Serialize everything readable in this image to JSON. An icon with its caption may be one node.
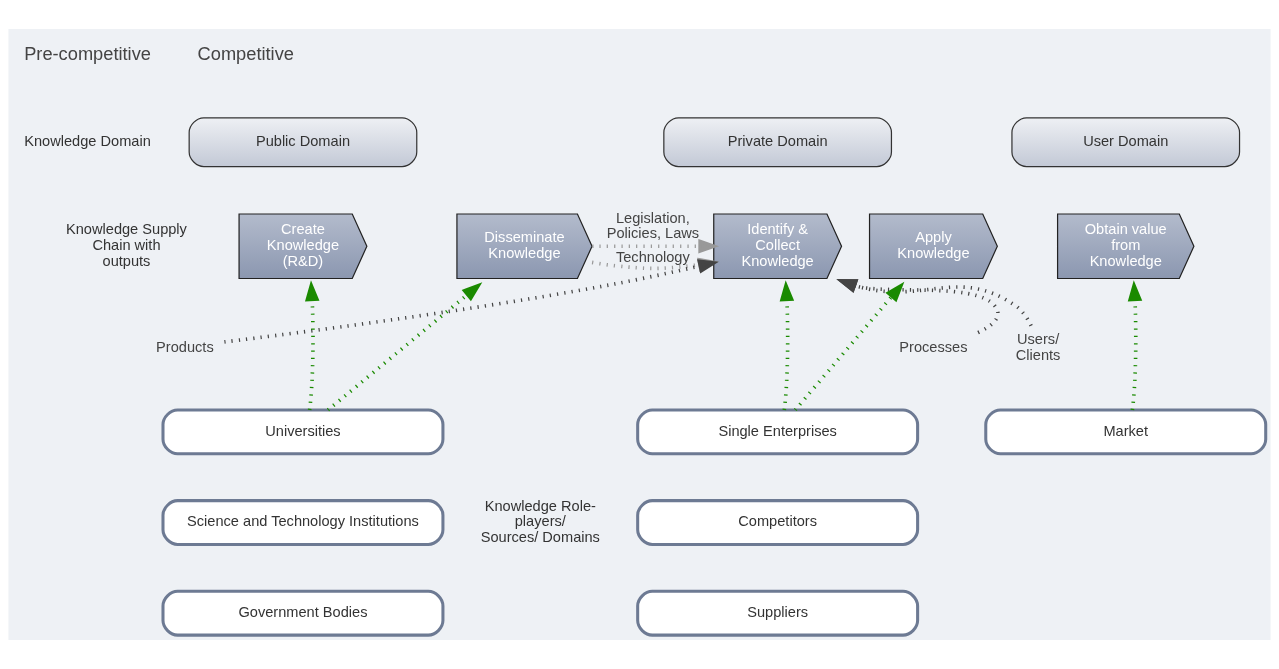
{
  "diagram": {
    "nodes": [
      {
        "text": [
          "Public Domain"
        ]
      },
      {
        "text": [
          "Private Domain"
        ]
      },
      {
        "text": [
          "User Domain"
        ]
      },
      {
        "text": [
          "Create Knowledge (R&D)"
        ]
      },
      {
        "text": [
          "Disseminate Knowledge"
        ]
      },
      {
        "text": [
          "Identify & Collect Knowledge"
        ]
      },
      {
        "text": [
          "Apply Knowledge"
        ]
      },
      {
        "text": [
          "Obtain value from Knowledge"
        ]
      },
      {
        "text": [
          "Products"
        ]
      },
      {
        "text": [
          "Processes"
        ]
      },
      {
        "text": [
          "Users/ Clients"
        ]
      },
      {
        "text": [
          "Universities"
        ]
      },
      {
        "text": [
          "Science and Technology Institutions"
        ]
      },
      {
        "text": [
          "Government Bodies"
        ]
      },
      {
        "text": [
          "Single Enterprises"
        ]
      },
      {
        "text": [
          "Competitors"
        ]
      },
      {
        "text": [
          "Suppliers"
        ]
      },
      {
        "text": [
          "Market"
        ]
      }
    ],
    "edges": [
      {
        "from": 4,
        "to": 5,
        "arrow": "to",
        "label": "Technology",
        "style": "dashed",
        "color": "#999999"
      },
      {
        "from": 4,
        "to": 5,
        "arrow": "to",
        "label": "Legislation, Policies, Laws",
        "style": "dashed",
        "color": "#999999"
      },
      {
        "from": 8,
        "to": 5,
        "arrow": "to",
        "style": "dashed"
      },
      {
        "from": 9,
        "to": 5,
        "arrow": "to",
        "style": "dashed"
      },
      {
        "from": 10,
        "to": 5,
        "arrow": "to",
        "style": "dashed"
      },
      {
        "from": 11,
        "to": 3,
        "arrow": "to",
        "style": "dashed",
        "color": "#1a8a00"
      },
      {
        "from": 11,
        "to": 4,
        "arrow": "to",
        "style": "dashed",
        "color": "#1a8a00"
      },
      {
        "from": 14,
        "to": 5,
        "arrow": "to",
        "style": "dashed",
        "color": "#1a8a00"
      },
      {
        "from": 14,
        "to": 6,
        "arrow": "to",
        "style": "dashed",
        "color": "#1a8a00"
      },
      {
        "from": 17,
        "to": 7,
        "arrow": "to",
        "style": "dashed",
        "color": "#1a8a00"
      }
    ],
    "labels": [
      "Pre-competitive",
      "Competitive",
      "Knowledge Domain",
      "Knowledge Supply Chain with outputs",
      "Knowledge Role-players/ Sources/ Domains"
    ]
  }
}
